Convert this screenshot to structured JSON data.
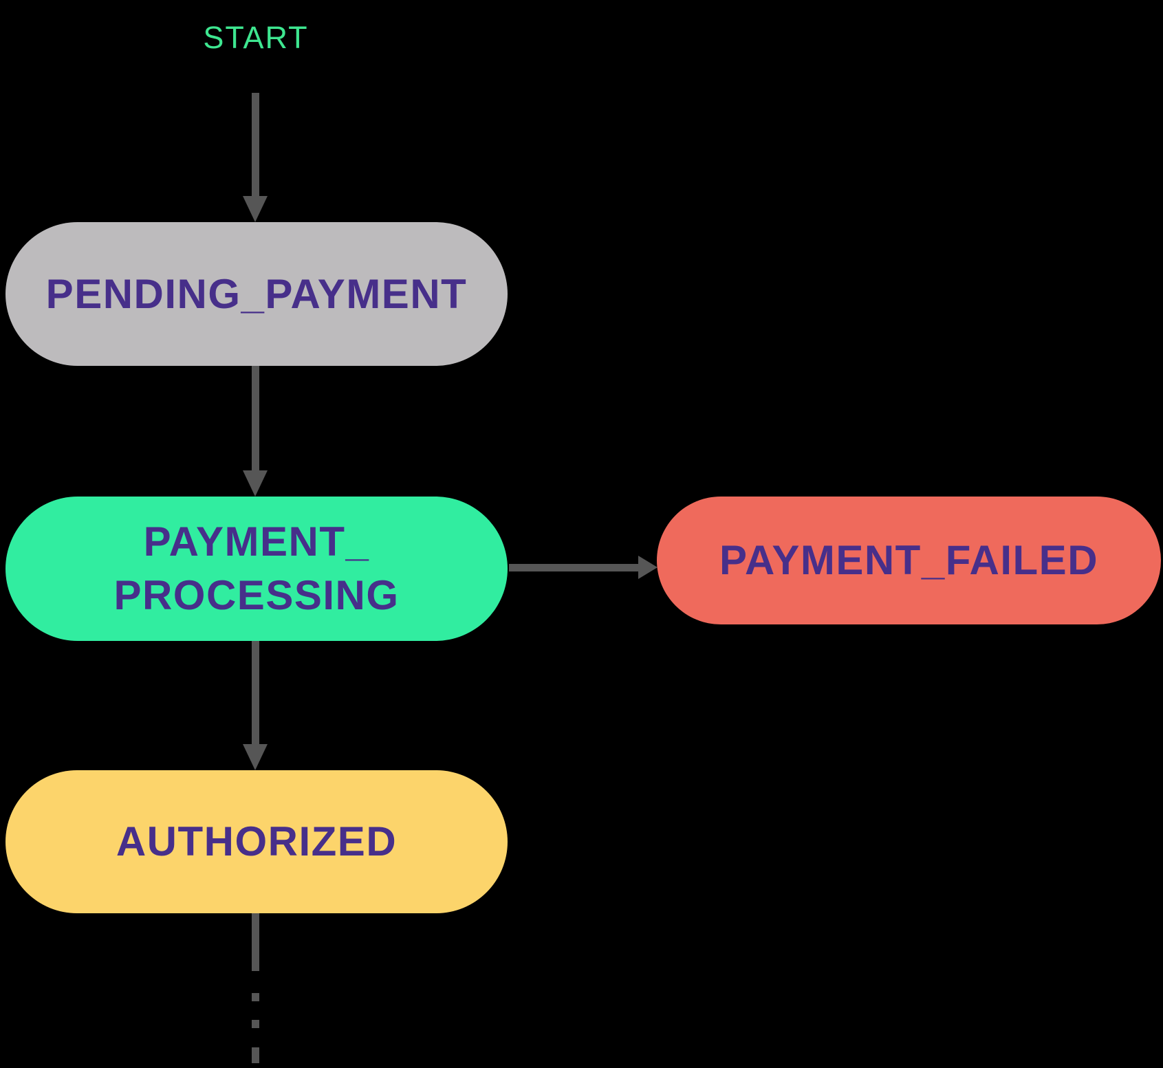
{
  "diagram": {
    "title_implicit": "order payment state machine",
    "start_label": "START",
    "colors": {
      "background": "#000000",
      "start_text": "#3ee690",
      "arrow": "#565656",
      "node_text": "#472f8a"
    },
    "nodes": [
      {
        "id": "pending_payment",
        "label": "PENDING_PAYMENT",
        "fill": "#bdbbbd"
      },
      {
        "id": "payment_processing",
        "label": "PAYMENT_PROCESSING",
        "line1": "PAYMENT_",
        "line2": "PROCESSING",
        "fill": "#31eda0"
      },
      {
        "id": "payment_failed",
        "label": "PAYMENT_FAILED",
        "fill": "#ef6a5c"
      },
      {
        "id": "authorized",
        "label": "AUTHORIZED",
        "fill": "#fcd46b"
      }
    ],
    "edges": [
      {
        "from": "START",
        "to": "PENDING_PAYMENT",
        "style": "solid"
      },
      {
        "from": "PENDING_PAYMENT",
        "to": "PAYMENT_PROCESSING",
        "style": "solid"
      },
      {
        "from": "PAYMENT_PROCESSING",
        "to": "PAYMENT_FAILED",
        "style": "solid"
      },
      {
        "from": "PAYMENT_PROCESSING",
        "to": "AUTHORIZED",
        "style": "solid"
      },
      {
        "from": "AUTHORIZED",
        "to": "(continues)",
        "style": "dashed"
      }
    ]
  }
}
